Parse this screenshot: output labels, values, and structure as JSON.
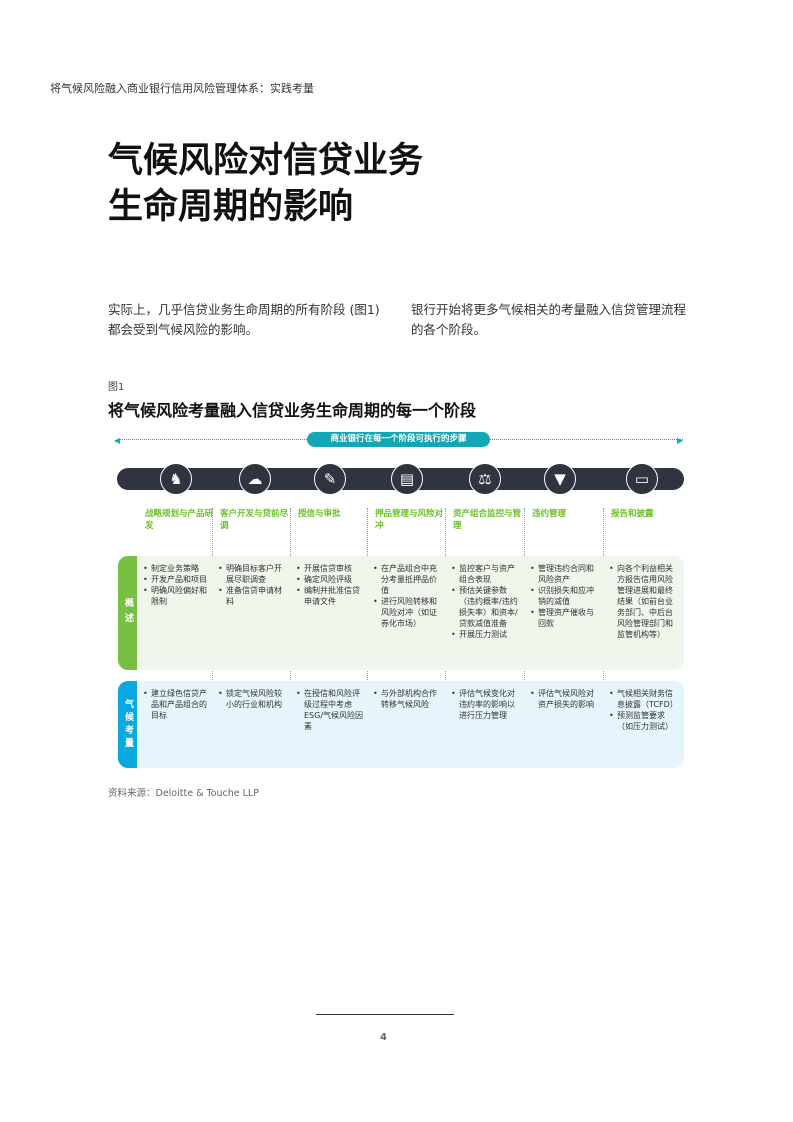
{
  "running_header": "将气候风险融入商业银行信用风险管理体系：实践考量",
  "title_lines": [
    "气候风险对信贷业务",
    "生命周期的影响"
  ],
  "intro": [
    "实际上，几乎信贷业务生命周期的所有阶段 (图1) 都会受到气候风险的影响。",
    "银行开始将更多气候相关的考量融入信贷管理流程的各个阶段。"
  ],
  "figure": {
    "label": "图1",
    "title": "将气候风险考量融入信贷业务生命周期的每一个阶段",
    "steps_banner": "商业银行在每一个阶段可执行的步骤",
    "stages": [
      {
        "label": "战略规划与产品研发",
        "icon": "chess-knight-icon",
        "glyph": "♞"
      },
      {
        "label": "客户开发与贷前尽调",
        "icon": "brain-icon",
        "glyph": "☁"
      },
      {
        "label": "授信与审批",
        "icon": "pen-signature-icon",
        "glyph": "✎"
      },
      {
        "label": "押品管理与风险对冲",
        "icon": "document-icon",
        "glyph": "▤"
      },
      {
        "label": "资产组合监控与管理",
        "icon": "scales-icon",
        "glyph": "⚖"
      },
      {
        "label": "违约管理",
        "icon": "tie-icon",
        "glyph": "▼"
      },
      {
        "label": "报告和披露",
        "icon": "speech-bubbles-icon",
        "glyph": "▭"
      }
    ],
    "overview_label": "概述",
    "overview": [
      [
        "制定业务策略",
        "开发产品和项目",
        "明确风险偏好和限制"
      ],
      [
        "明确目标客户开展尽职调查",
        "准备信贷申请材料"
      ],
      [
        "开展信贷审核",
        "确定风险评级",
        "编制并批准信贷申请文件"
      ],
      [
        "在产品组合中充分考量抵押品价值",
        "进行风险转移和风险对冲（如证券化市场）"
      ],
      [
        "监控客户与资产组合表现",
        "预估关键参数（违约概率/违约损失率）和资本/贷款减值准备",
        "开展压力测试"
      ],
      [
        "管理违约合同和风险资产",
        "识别损失和应冲销的减值",
        "管理资产催收与回款"
      ],
      [
        "向各个利益相关方报告信用风险管理进展和最终结果（如前台业务部门、中后台风险管理部门和监管机构等）"
      ]
    ],
    "climate_label": "气候考量",
    "climate": [
      [
        "建立绿色信贷产品和产品组合的目标"
      ],
      [
        "锁定气候风险较小的行业和机构"
      ],
      [
        "在授信和风险评级过程中考虑ESG/气候风险因素"
      ],
      [
        "与外部机构合作转移气候风险"
      ],
      [
        "评估气候变化对违约率的影响以进行压力管理"
      ],
      [
        "评估气候风险对资产损失的影响"
      ],
      [
        "气候相关财务信息披露（TCFD）",
        "预测监管要求（如压力测试）"
      ]
    ],
    "source": "资料来源：Deloitte & Touche LLP"
  },
  "page_number": "4",
  "colors": {
    "teal": "#13a6b4",
    "green": "#78c043",
    "blue": "#09a9e0",
    "dark": "#303340"
  }
}
